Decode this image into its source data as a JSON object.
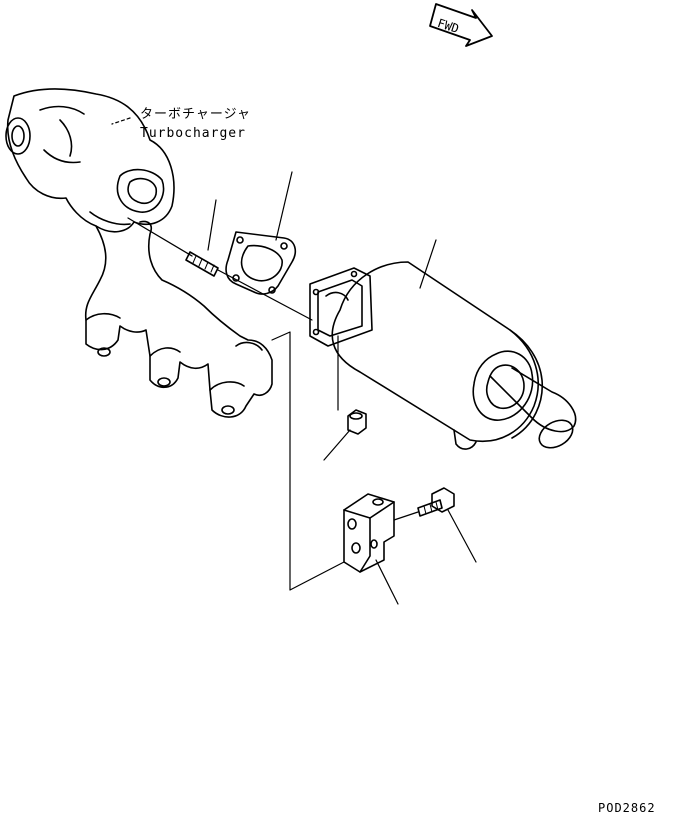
{
  "labels": {
    "turbocharger_jp": "ターボチャージャ",
    "turbocharger_en": "Turbocharger",
    "fwd": "FWD",
    "figure_code": "POD2862"
  },
  "colors": {
    "line": "#000000",
    "background": "#ffffff"
  },
  "icons": [
    "fwd-arrow-icon"
  ]
}
